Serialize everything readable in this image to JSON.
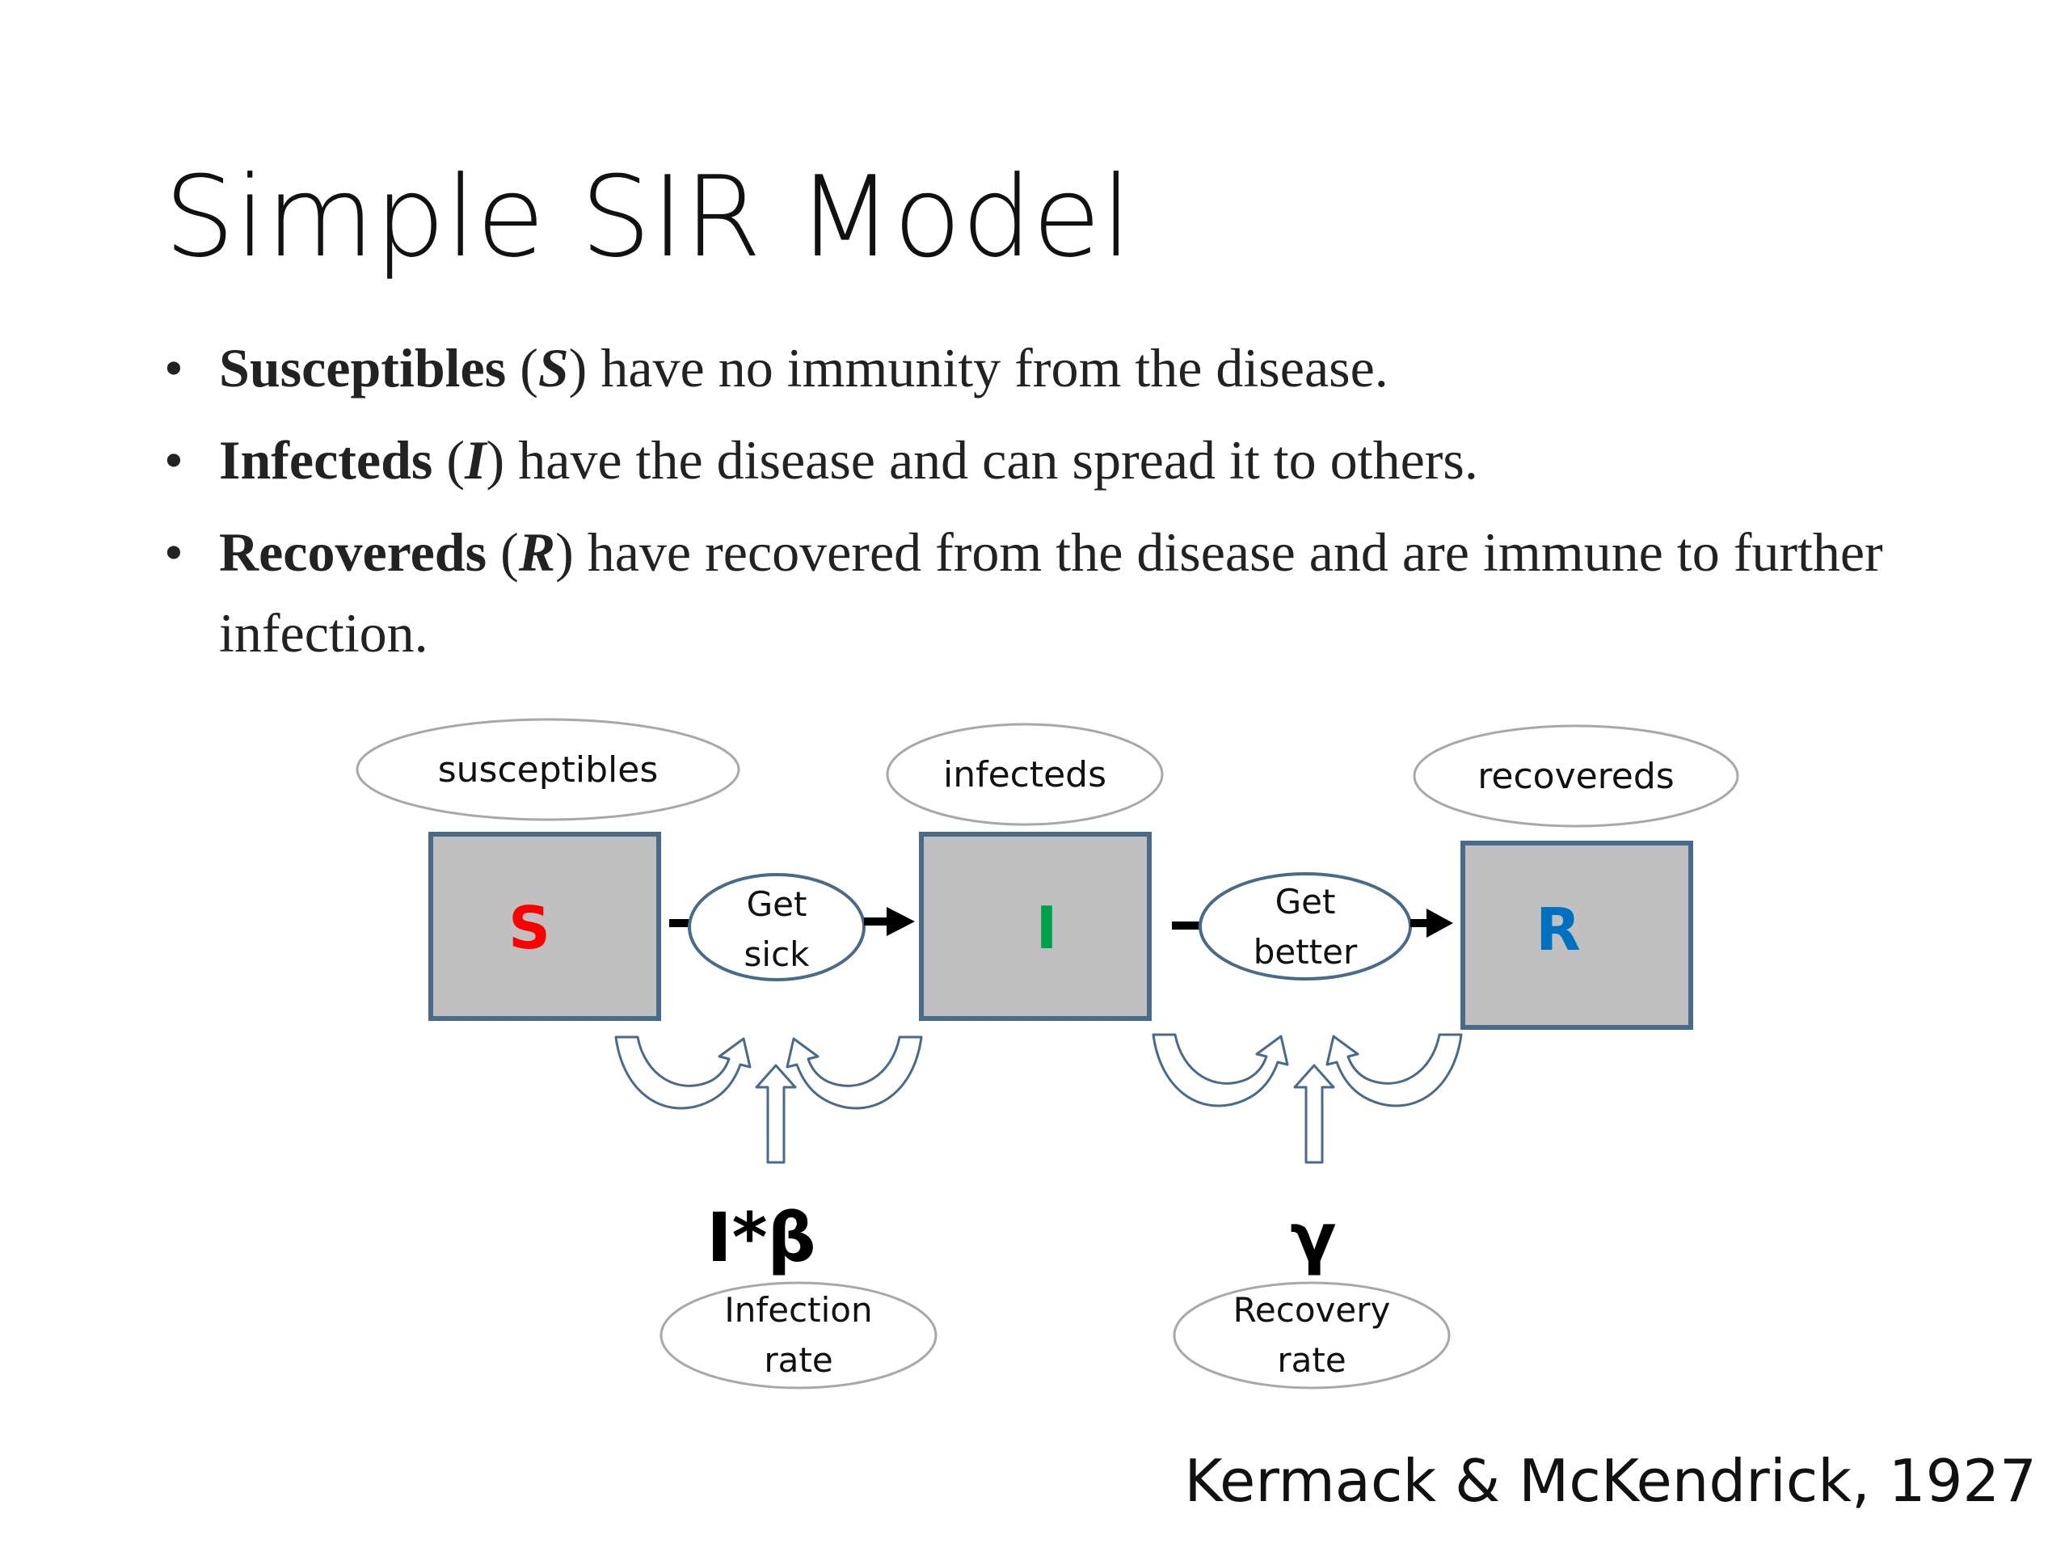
{
  "slide": {
    "title": "Simple SIR Model",
    "citation": "Kermack & McKendrick, 1927"
  },
  "bullets": [
    {
      "term": "Susceptibles",
      "symbol": "S",
      "text": " have no immunity from the disease."
    },
    {
      "term": "Infecteds",
      "symbol": "I",
      "text": " have the disease and can spread it to others."
    },
    {
      "term": "Recovereds",
      "symbol": "R",
      "text": " have recovered from the disease and are immune to further infection."
    }
  ],
  "diagram": {
    "compartments": [
      {
        "letter": "S",
        "label": "susceptibles",
        "color": "#ff0000"
      },
      {
        "letter": "I",
        "label": "infecteds",
        "color": "#00a04b"
      },
      {
        "letter": "R",
        "label": "recovereds",
        "color": "#0070c0"
      }
    ],
    "transitions": [
      {
        "line1": "Get",
        "line2": "sick",
        "rate_symbol": "I*β",
        "rate_line1": "Infection",
        "rate_line2": "rate"
      },
      {
        "line1": "Get",
        "line2": "better",
        "rate_symbol": "γ",
        "rate_line1": "Recovery",
        "rate_line2": "rate"
      }
    ],
    "box_fill": "#c0c0c0",
    "box_border": "#4a6a8a"
  }
}
